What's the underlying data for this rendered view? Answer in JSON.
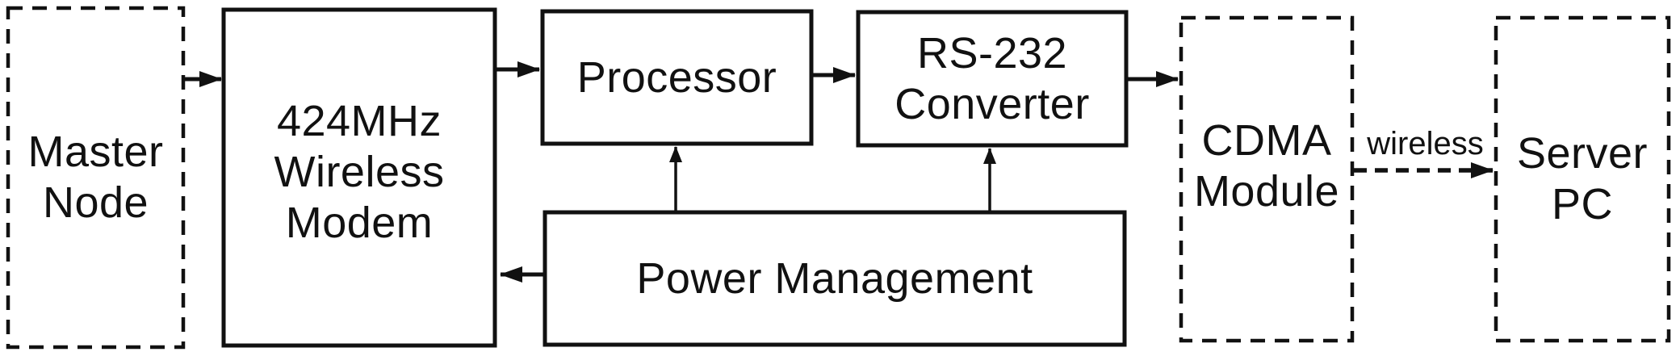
{
  "nodes": {
    "master": {
      "lines": [
        "Master",
        "Node"
      ]
    },
    "modem": {
      "lines": [
        "424MHz",
        "Wireless",
        "Modem"
      ]
    },
    "processor": {
      "lines": [
        "Processor"
      ]
    },
    "rs232": {
      "lines": [
        "RS-232",
        "Converter"
      ]
    },
    "cdma": {
      "lines": [
        "CDMA",
        "Module"
      ]
    },
    "server": {
      "lines": [
        "Server",
        "PC"
      ]
    },
    "power": {
      "lines": [
        "Power Management"
      ]
    }
  },
  "edge_labels": {
    "cdma_to_server": "wireless"
  },
  "colors": {
    "line": "#111111",
    "background": "#ffffff"
  }
}
